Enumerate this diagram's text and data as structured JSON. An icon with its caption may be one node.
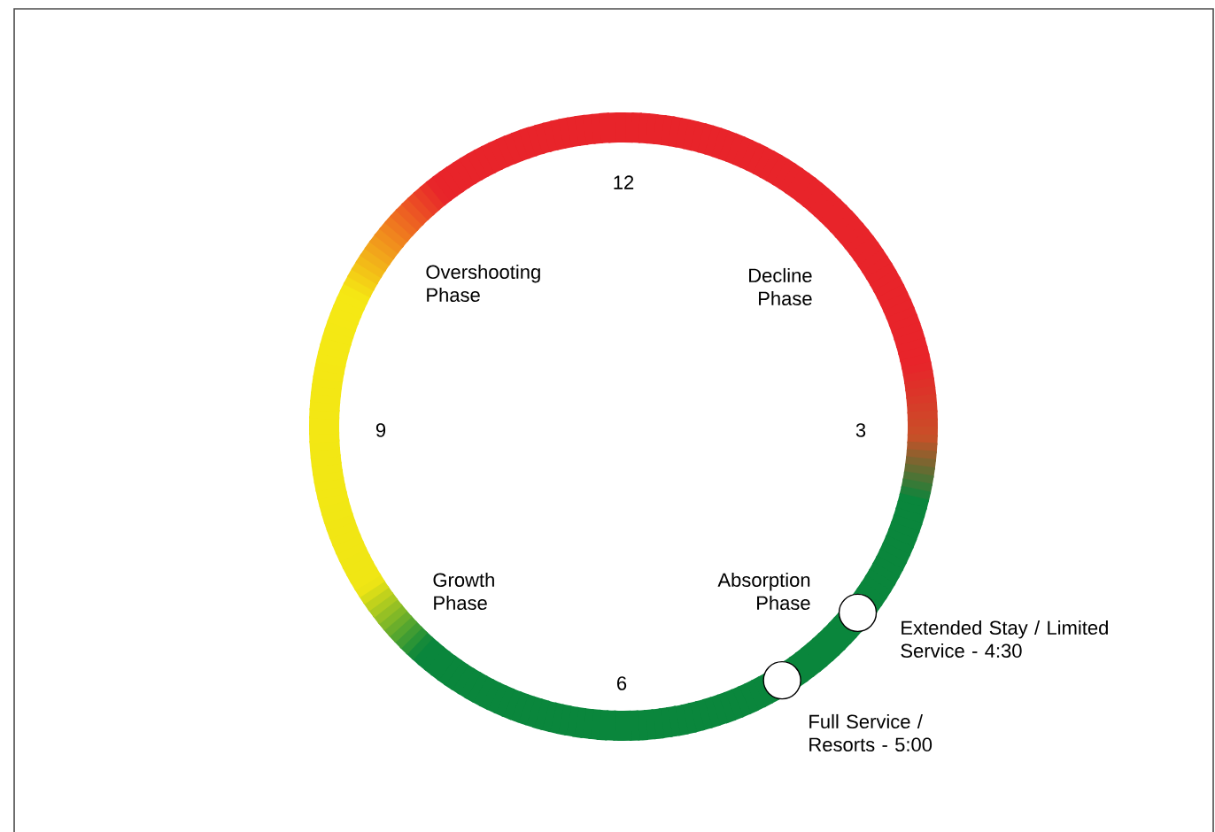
{
  "diagram": {
    "nodes": [
      {
        "text": [],
        "shape": "circle",
        "beside": [
          "Extended Stay / Limited Service  - 4:30"
        ]
      },
      {
        "text": [],
        "shape": "circle",
        "beside": [
          "Full Service / Resorts - 5:00"
        ]
      }
    ],
    "labels": [
      "12",
      "Overshooting Phase",
      "Decline Phase",
      "9",
      "3",
      "Growth Phase",
      "Absorption Phase",
      "6"
    ]
  }
}
